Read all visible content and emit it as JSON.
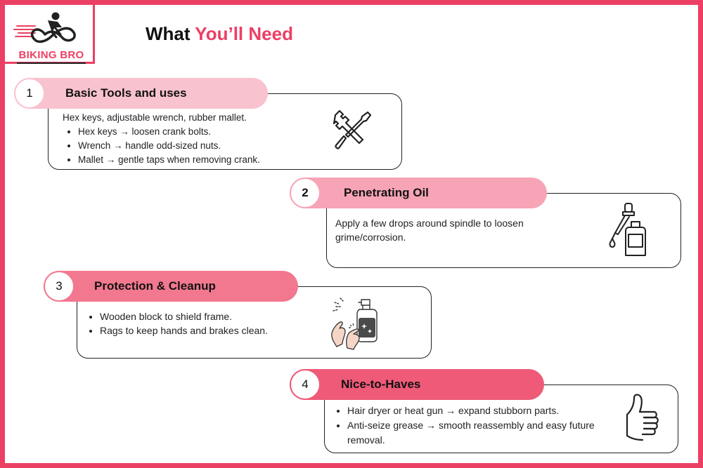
{
  "logo": {
    "text": "BIKING BRO",
    "icon": "cyclist-icon"
  },
  "title": {
    "lead": "What ",
    "accent": "You’ll Need"
  },
  "colors": {
    "frame": "#ec3f64",
    "pill1": "#f9c2cf",
    "pill2": "#f7a4b6",
    "pill3": "#f2788f",
    "pill4": "#ee5a78"
  },
  "sections": [
    {
      "number": "1",
      "heading": "Basic Tools and uses",
      "intro": "Hex keys, adjustable wrench, rubber mallet.",
      "bullets": [
        "Hex keys → loosen crank bolts.",
        "Wrench → handle odd-sized nuts.",
        "Mallet → gentle taps when removing crank."
      ],
      "icon": "wrench-screwdriver-icon"
    },
    {
      "number": "2",
      "heading": "Penetrating Oil",
      "intro": "Apply a few drops around spindle to loosen grime/corrosion.",
      "bullets": [],
      "icon": "oil-dropper-bottle-icon"
    },
    {
      "number": "3",
      "heading": "Protection & Cleanup",
      "intro": "",
      "bullets": [
        "Wooden block to shield frame.",
        "Rags to keep hands and brakes clean."
      ],
      "icon": "spray-bottle-hands-icon"
    },
    {
      "number": "4",
      "heading": "Nice-to-Haves",
      "intro": "",
      "bullets": [
        "Hair dryer or heat gun → expand stubborn parts.",
        "Anti-seize grease → smooth reassembly and easy future removal."
      ],
      "icon": "thumbs-up-icon"
    }
  ]
}
